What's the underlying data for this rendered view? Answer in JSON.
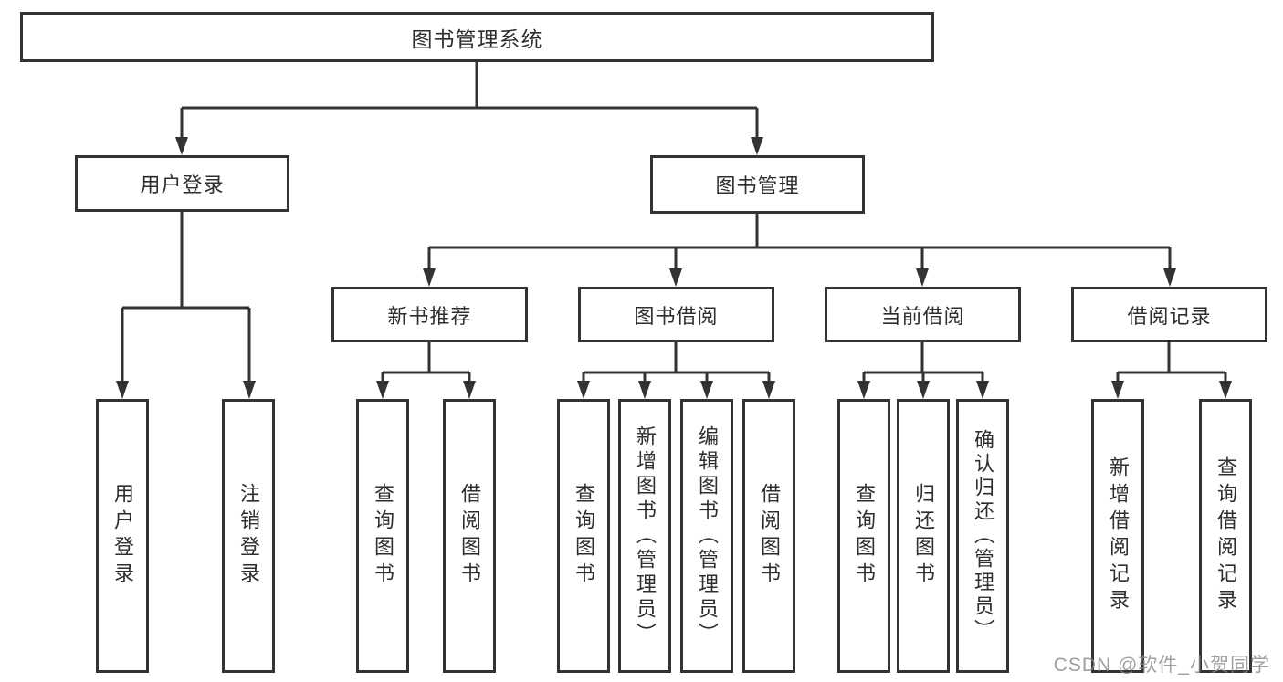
{
  "tree": {
    "root": {
      "label": "图书管理系统",
      "children": [
        {
          "label": "用户登录",
          "children": [
            {
              "label": "用户登录"
            },
            {
              "label": "注销登录"
            }
          ]
        },
        {
          "label": "图书管理",
          "children": [
            {
              "label": "新书推荐",
              "children": [
                {
                  "label": "查询图书"
                },
                {
                  "label": "借阅图书"
                }
              ]
            },
            {
              "label": "图书借阅",
              "children": [
                {
                  "label": "查询图书"
                },
                {
                  "label": "新增图书（管理员）"
                },
                {
                  "label": "编辑图书（管理员）"
                },
                {
                  "label": "借阅图书"
                }
              ]
            },
            {
              "label": "当前借阅",
              "children": [
                {
                  "label": "查询图书"
                },
                {
                  "label": "归还图书"
                },
                {
                  "label": "确认归还（管理员）"
                }
              ]
            },
            {
              "label": "借阅记录",
              "children": [
                {
                  "label": "新增借阅记录"
                },
                {
                  "label": "查询借阅记录"
                }
              ]
            }
          ]
        }
      ]
    }
  },
  "watermark": {
    "text": "CSDN @软件_小贺同学"
  },
  "colors": {
    "line": "#333333",
    "box_background": "#ffffff",
    "text": "#2e2e2e",
    "watermark": "#878787"
  }
}
